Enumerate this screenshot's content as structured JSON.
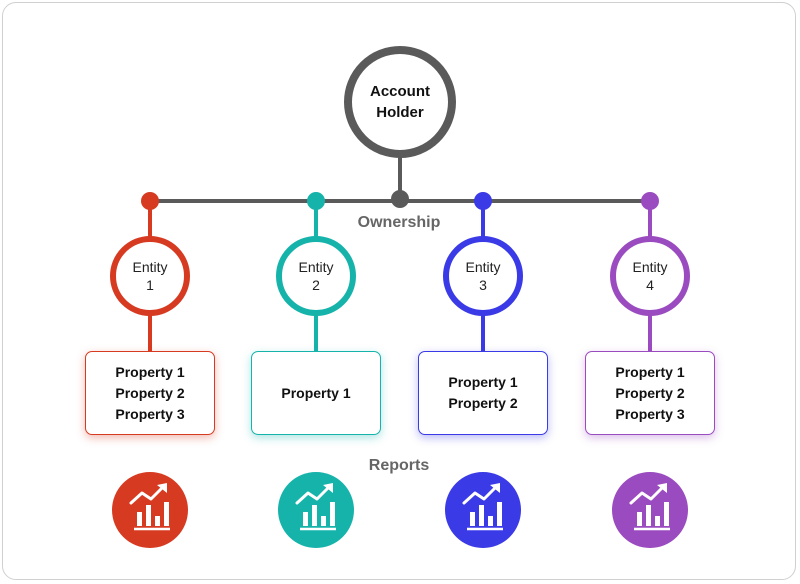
{
  "root": {
    "line1": "Account",
    "line2": "Holder",
    "color": "#5a5a5a"
  },
  "ownership_label": "Ownership",
  "reports_label": "Reports",
  "entities": [
    {
      "line1": "Entity",
      "line2": "1",
      "color": "#d63b22",
      "properties": [
        "Property 1",
        "Property 2",
        "Property 3"
      ],
      "report_icon": "bar-chart-trend-icon"
    },
    {
      "line1": "Entity",
      "line2": "2",
      "color": "#16b3ab",
      "properties": [
        "Property 1"
      ],
      "report_icon": "bar-chart-trend-icon"
    },
    {
      "line1": "Entity",
      "line2": "3",
      "color": "#3a3ae6",
      "properties": [
        "Property 1",
        "Property 2"
      ],
      "report_icon": "bar-chart-trend-icon"
    },
    {
      "line1": "Entity",
      "line2": "4",
      "color": "#9a4bbf",
      "properties": [
        "Property 1",
        "Property 2",
        "Property 3"
      ],
      "report_icon": "bar-chart-trend-icon"
    }
  ]
}
